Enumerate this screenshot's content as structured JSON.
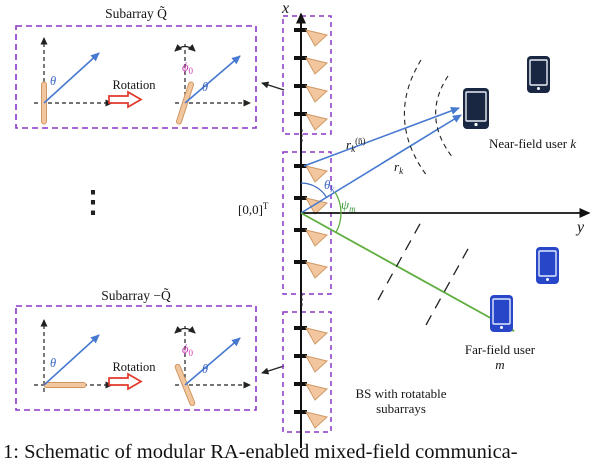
{
  "caption": "1: Schematic of modular RA-enabled mixed-field communica-",
  "axes": {
    "x_label": "x",
    "y_label": "y",
    "origin_text": "[0,0]",
    "origin_sup": "T"
  },
  "zoom_boxes": {
    "top_title": "Subarray Q̃",
    "bottom_title": "Subarray −Q̃",
    "rotation_label": "Rotation",
    "theta": "θ",
    "phi": "ϕ",
    "phi_sub": "0"
  },
  "dots": "⋮",
  "near_field": {
    "r_base": "r",
    "r_sub": "k",
    "r_sup": "(n̄)",
    "theta_base": "θ",
    "theta_sub": "k",
    "user_label": "Near-field user",
    "user_var": "k"
  },
  "far_field": {
    "psi_base": "ψ",
    "psi_sub": "m",
    "user_label": "Far-field user",
    "user_var": "m"
  },
  "bs_label": {
    "line1": "BS with rotatable",
    "line2": "subarrays"
  },
  "colors": {
    "subarray_outline": "#8a36c8",
    "near_field_blue": "#4679cf",
    "far_field_green": "#5fae3f",
    "antenna_orange": "#f2c79f",
    "rotation_red": "#e2392b",
    "near_phone_navy": "#1a2742",
    "far_phone_blue": "#2747c8",
    "phi_magenta": "#c93fb4"
  }
}
